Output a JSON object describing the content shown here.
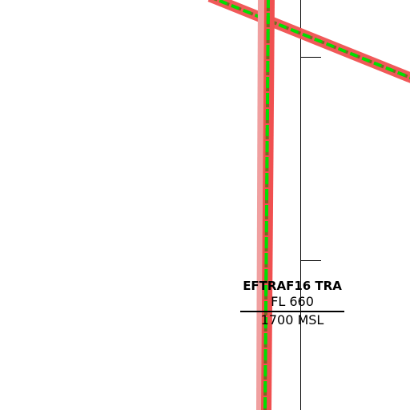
{
  "map": {
    "colors": {
      "background": "#ffffff",
      "route_casing": "#f05050",
      "route_casing_light": "#f0a0a0",
      "route_dash": "#00e000",
      "route_dash_dark": "#707020",
      "boundary": "#000000"
    },
    "routes": [
      {
        "id": "route-vertical",
        "style": "red casing with green dashed center line"
      },
      {
        "id": "route-diagonal",
        "style": "red casing with green dashed center line"
      }
    ],
    "airspace": {
      "name": "EFTRAF16 TRA",
      "upper_limit": "FL 660",
      "lower_limit": "1700 MSL"
    }
  }
}
